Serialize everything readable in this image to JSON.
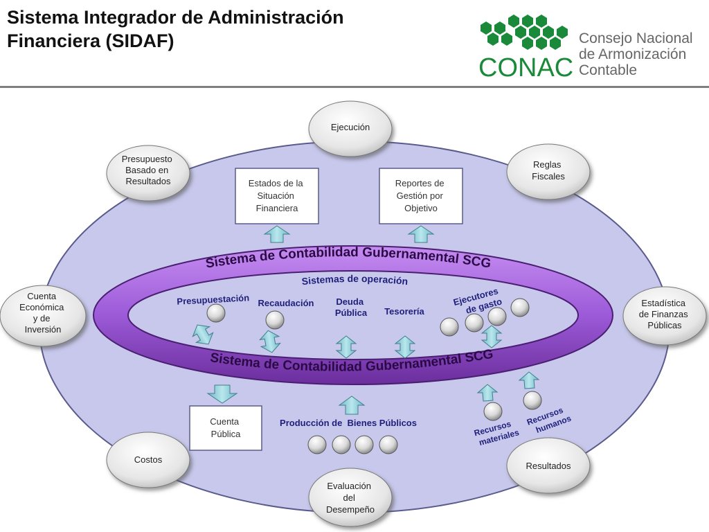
{
  "header": {
    "title_line1": "Sistema Integrador de Administración",
    "title_line2": "Financiera (SIDAF)"
  },
  "logo": {
    "acronym": "CONAC",
    "line1": "Consejo Nacional",
    "line2": "de Armonización",
    "line3": "Contable",
    "brand_green": "#1a8a3a"
  },
  "outer_nodes": {
    "ejecucion": [
      "Ejecución"
    ],
    "presupuesto": [
      "Presupuesto",
      "Basado en",
      "Resultados"
    ],
    "reglas": [
      "Reglas",
      "Fiscales"
    ],
    "cuenta_economica": [
      "Cuenta",
      "Económica",
      "y de",
      "Inversión"
    ],
    "estadistica": [
      "Estadística",
      "de Finanzas",
      "Públicas"
    ],
    "costos": [
      "Costos"
    ],
    "resultados": [
      "Resultados"
    ],
    "evaluacion": [
      "Evaluación",
      "del",
      "Desempeño"
    ]
  },
  "boxes": {
    "estados": [
      "Estados de la",
      "Situación",
      "Financiera"
    ],
    "reportes": [
      "Reportes de",
      "Gestión por",
      "Objetivo"
    ],
    "cuenta_publica": [
      "Cuenta",
      "Pública"
    ]
  },
  "ring": {
    "top_label": "Sistema de Contabilidad Gubernamental SCG",
    "bottom_label": "Sistema de Contabilidad Gubernamental SCG",
    "inner_title": "Sistemas de operación"
  },
  "operations": {
    "presupuestacion": "Presupuestación",
    "recaudacion": "Recaudación",
    "deuda": [
      "Deuda",
      "Pública"
    ],
    "tesoreria": "Tesorería",
    "ejecutores": [
      "Ejecutores",
      "de gasto"
    ]
  },
  "production": {
    "label": "Producción de  Bienes Públicos"
  },
  "resources": {
    "materiales": [
      "Recursos",
      "materiales"
    ],
    "humanos": [
      "Recursos",
      "humanos"
    ]
  },
  "colors": {
    "outer_ellipse": "#c7c8ec",
    "ring": "#a86ee0",
    "ring_dark": "#6b2e9c",
    "arrow": "#8fd0d8",
    "node_fill": "#e4e4e4",
    "node_shadow": "#9a9a9a"
  }
}
